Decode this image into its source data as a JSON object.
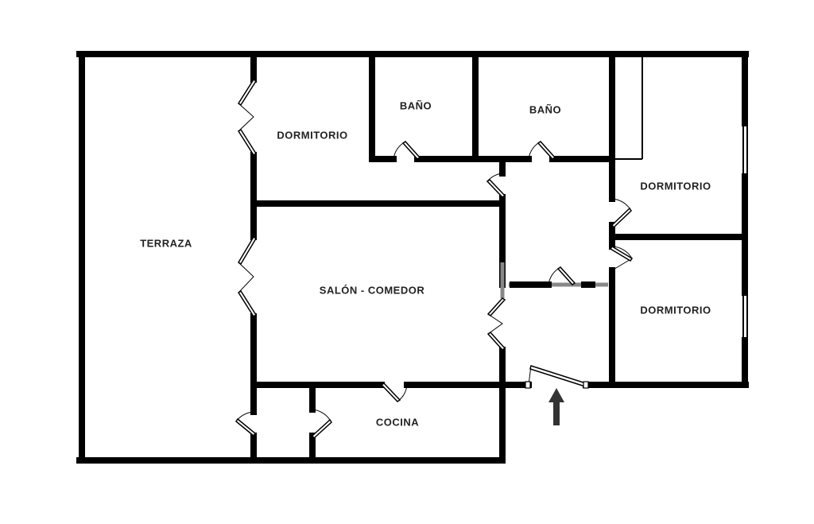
{
  "rooms": {
    "terraza": "TERRAZA",
    "dormitorio_1": "DORMITORIO",
    "bano_1": "BAÑO",
    "bano_2": "BAÑO",
    "dormitorio_2": "DORMITORIO",
    "dormitorio_3": "DORMITORIO",
    "salon": "SALÓN - COMEDOR",
    "cocina": "COCINA"
  },
  "icons": {
    "entrance": "up-arrow-icon"
  }
}
